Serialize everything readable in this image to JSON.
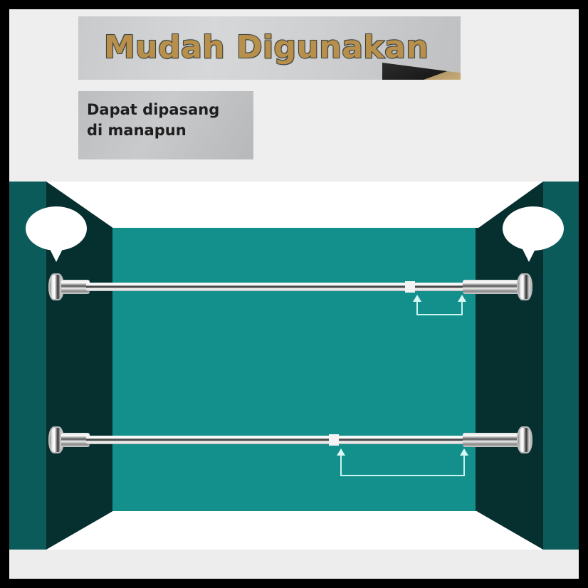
{
  "banner": {
    "title": "Mudah Digunakan",
    "subtitle": "Dapat dipasang\ndi manapun"
  },
  "scene": {
    "description": "Tension rod installed between two walls",
    "rods": [
      {
        "name": "upper-rod",
        "state": "extended"
      },
      {
        "name": "lower-rod",
        "state": "extended"
      }
    ],
    "callouts": [
      "left-speech-bubble",
      "right-speech-bubble"
    ]
  },
  "colors": {
    "frame": "#000000",
    "background": "#eeeeee",
    "title_text": "#b8904c",
    "title_outline": "#3f4540",
    "outer_wall": "#0b5b5a",
    "side_wall": "#062f2f",
    "back_wall": "#14908c",
    "arrow": "#c9f4f1"
  }
}
